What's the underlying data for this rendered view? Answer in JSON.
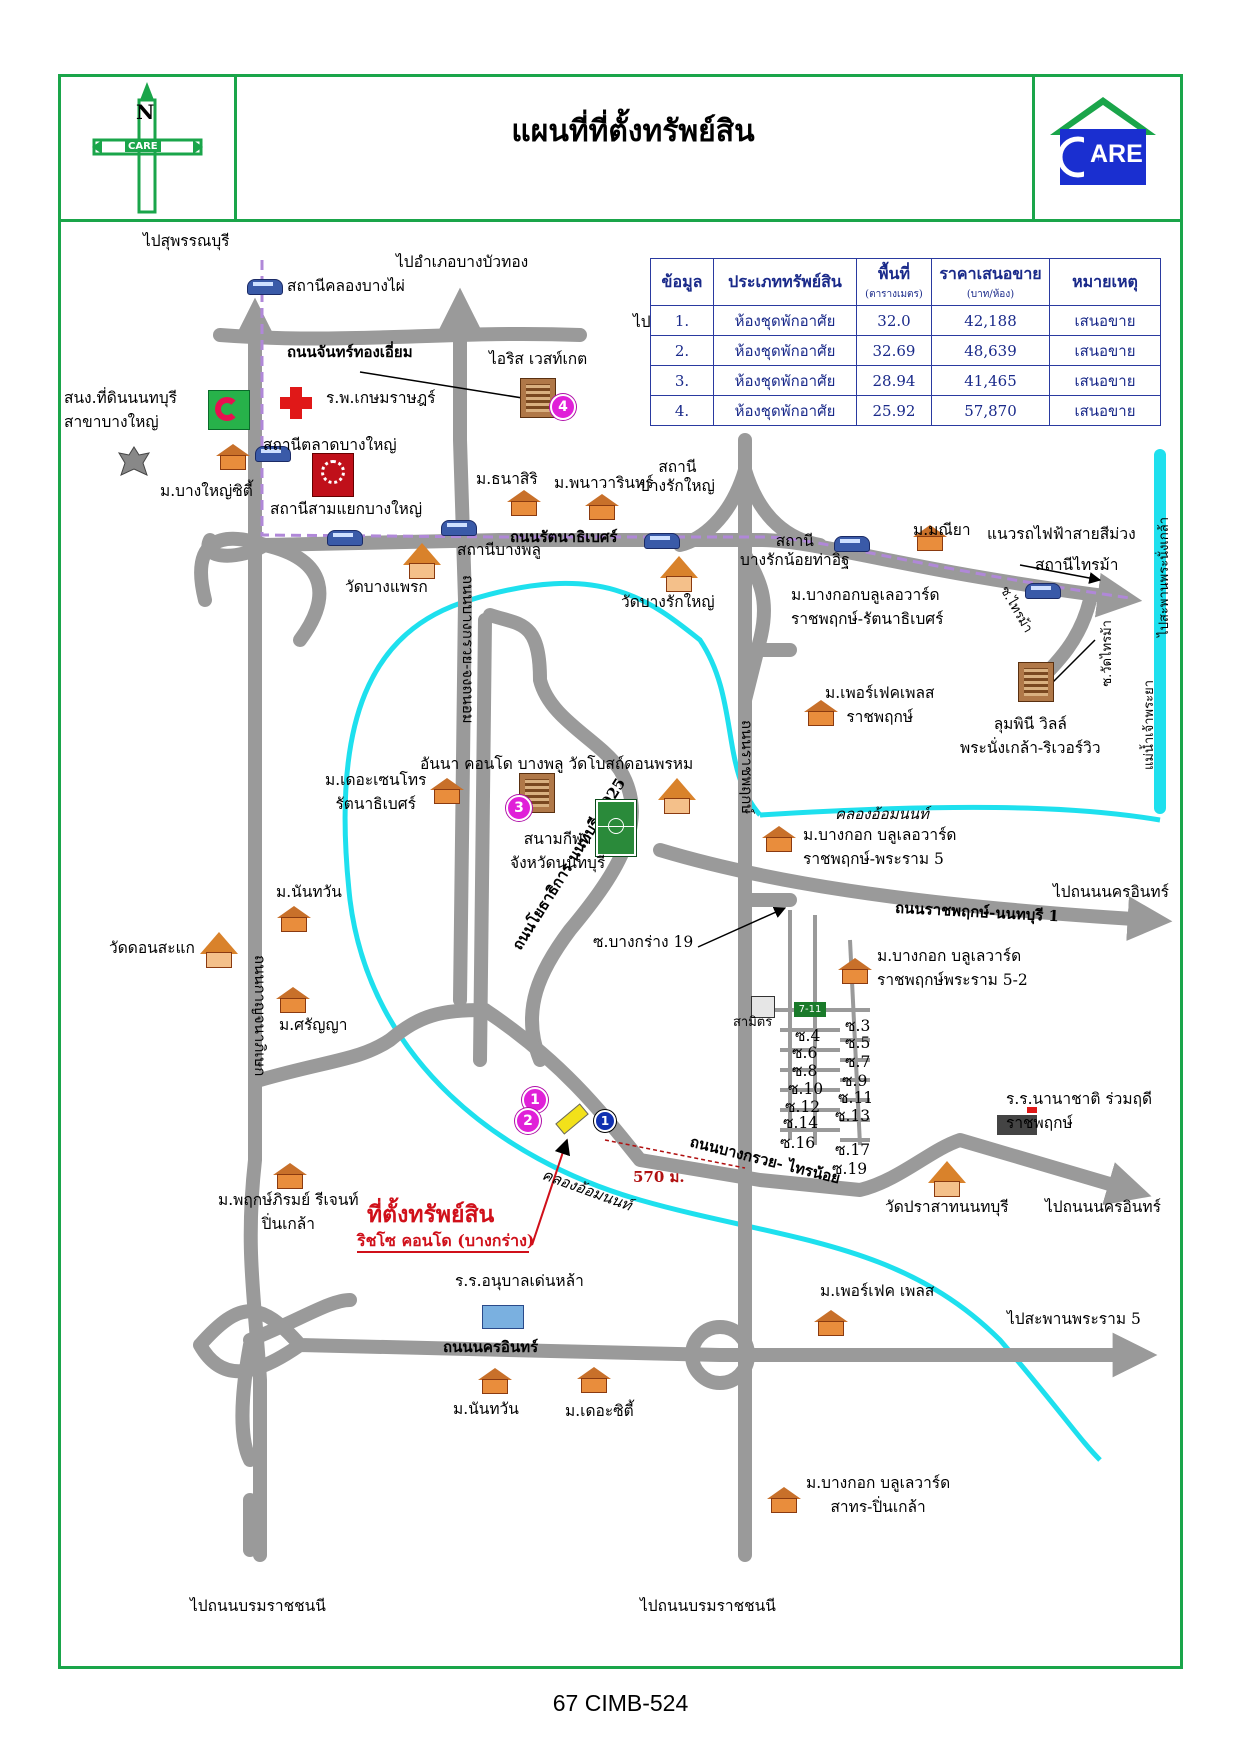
{
  "header": {
    "title": "แผนที่ที่ตั้งทรัพย์สิน",
    "compass_letter": "N",
    "compass_label": "CARE",
    "logo_text": "ARE"
  },
  "colors": {
    "frame": "#1aa54a",
    "road": "#9a9a9a",
    "canal": "#1ee0ee",
    "rail": "#b088d8",
    "table_text": "#1a2a8a",
    "highlight": "#d0101a"
  },
  "table": {
    "headers": [
      "ข้อมูล",
      "ประเภททรัพย์สิน",
      "พื้นที่",
      "ราคาเสนอขาย",
      "หมายเหตุ"
    ],
    "subheaders": [
      "",
      "",
      "(ตารางเมตร)",
      "(บาท/ห้อง)",
      ""
    ],
    "rows": [
      [
        "1.",
        "ห้องชุดพักอาศัย",
        "32.0",
        "42,188",
        "เสนอขาย"
      ],
      [
        "2.",
        "ห้องชุดพักอาศัย",
        "32.69",
        "48,639",
        "เสนอขาย"
      ],
      [
        "3.",
        "ห้องชุดพักอาศัย",
        "28.94",
        "41,465",
        "เสนอขาย"
      ],
      [
        "4.",
        "ห้องชุดพักอาศัย",
        "25.92",
        "57,870",
        "เสนอขาย"
      ]
    ],
    "clipped_prefix": "ไป"
  },
  "directions": {
    "suphan": "ไปสุพรรณบุรี",
    "bangbuathong": "ไปอำเภอบางบัวทอง",
    "boromratchonnani_left": "ไปถนนบรมราชชนนี",
    "boromratchonnani_right": "ไปถนนบรมราชชนนี",
    "nakhonin_1": "ไปถนนนครอินทร์",
    "nakhonin_2": "ไปถนนนครอินทร์",
    "rama5_bridge": "ไปสะพานพระราม 5",
    "phranangklao_bridge": "ไปสะพานพระนั่งเกล้า"
  },
  "roads": {
    "chanthongiam": "ถนนจันทร์ทองเอี่ยม",
    "rattanathibet": "ถนนรัตนาธิเบศร์",
    "ratchaphruek_nonthaburi1": "ถนนราชพฤกษ์-นนทบุรี 1",
    "bangkruai_sainoi": "ถนนบางกรวย- ไทรน้อย",
    "nakhonin": "ถนนนครอินทร์",
    "kanchanaphisek": "ถนนกาญจนาภิเษก",
    "ratchaphruek": "ถนนราชพฤกษ์",
    "bangkruai_chongthanom": "ถนนบางกรวย-จงถนอม",
    "nonthaburi2025": "ถนนโยธาธิการ นนทบุรี 2025",
    "soi_bangkrang19": "ซ.บางกร่าง 19",
    "soi_sainma": "ซ.ไทรม้า",
    "soi_wat_sainma": "ซ.วัดไทรม้า",
    "chao_phraya": "แม่น้ำเจ้าพระยา",
    "canal_upper": "คลองอ้อมนนท์",
    "canal_lower": "คลองอ้อมนนท์",
    "soi_numbers": [
      "ซ.3",
      "ซ.4",
      "ซ.5",
      "ซ.6",
      "ซ.7",
      "ซ.8",
      "ซ.9",
      "ซ.10",
      "ซ.11",
      "ซ.12",
      "ซ.13",
      "ซ.14",
      "ซ.16",
      "ซ.17",
      "ซ.19"
    ]
  },
  "stations": {
    "khlong_bang_phai": "สถานีคลองบางไผ่",
    "talad_bang_yai": "สถานีตลาดบางใหญ่",
    "sam_yaek_bang_yai": "สถานีสามแยกบางใหญ่",
    "bang_phlu": "สถานีบางพลู",
    "bang_rak_yai": "สถานี\nบางรักใหญ่",
    "bang_rak_noi": "สถานี\nบางรักน้อยท่าอิฐ",
    "sai_ma": "สถานีไทรม้า",
    "purple_line": "แนวรถไฟฟ้าสายสีม่วง"
  },
  "places": {
    "iris_westgate": "ไอริส เวสท์เกต",
    "land_office": "สนง.ที่ดินนนทบุรี\nสาขาบางใหญ่",
    "hospital": "ร.พ.เกษมราษฎร์",
    "bangyai_city": "ม.บางใหญ่ซิตี้",
    "thanasiri": "ม.ธนาสิริ",
    "phanawarin": "ม.พนาวารินทร์",
    "maniya": "ม.มณียา",
    "wat_bang_phraek": "วัดบางแพรก",
    "wat_bang_rak_yai": "วัดบางรักใหญ่",
    "bangkok_boulevard_rr": "ม.บางกอกบลูเลอวาร์ด\nราชพฤกษ์-รัตนาธิเบศร์",
    "perfect_place_rp": "ม.เพอร์เฟคเพลส\nราชพฤกษ์",
    "lumpini_ville": "ลุมพินี วิลล์\nพระนั่งเกล้า-ริเวอร์วิว",
    "centro": "ม.เดอะเซนโทร\nรัตนาธิเบศร์",
    "anna_condo": "อันนา คอนโด บางพลู วัดโบสถ์ดอนพรหม",
    "stadium": "สนามกีฬา\nจังหวัดนนทบุรี",
    "bangkok_boulevard_r5": "ม.บางกอก บลูเลอวาร์ด\nราชพฤกษ์-พระราม 5",
    "nantawan1": "ม.นันทวัน",
    "wat_don_sakae": "วัดดอนสะแก",
    "bangkok_boulevard_r52": "ม.บางกอก บลูเลวาร์ด\nราชพฤกษ์พระราม 5-2",
    "sirinya": "ม.ศรัญญา",
    "sammit": "สามิตร",
    "sevel": "7-11",
    "school_intl": "ร.ร.นานาชาติ ร่วมฤดี\nราชพฤกษ์",
    "wat_prasat": "วัดปราสาทนนทบุรี",
    "phruksa": "ม.พฤกษ์ภิรมย์ รีเจนท์\nปิ่นเกล้า",
    "kindergarten": "ร.ร.อนุบาลเด่นหล้า",
    "perfect_place2": "ม.เพอร์เฟค เพลส",
    "nantawan2": "ม.นันทวัน",
    "the_city": "ม.เดอะซิตี้",
    "bangkok_boulevard_sathorn": "ม.บางกอก บลูเลวาร์ด\nสาทร-ปิ่นเกล้า"
  },
  "property": {
    "title": "ที่ตั้งทรัพย์สิน",
    "name": "ริชโซ คอนโด (บางกร่าง)",
    "distance": "570 ม."
  },
  "markers": [
    "1",
    "2",
    "3",
    "4"
  ],
  "footer": "67 CIMB-524"
}
